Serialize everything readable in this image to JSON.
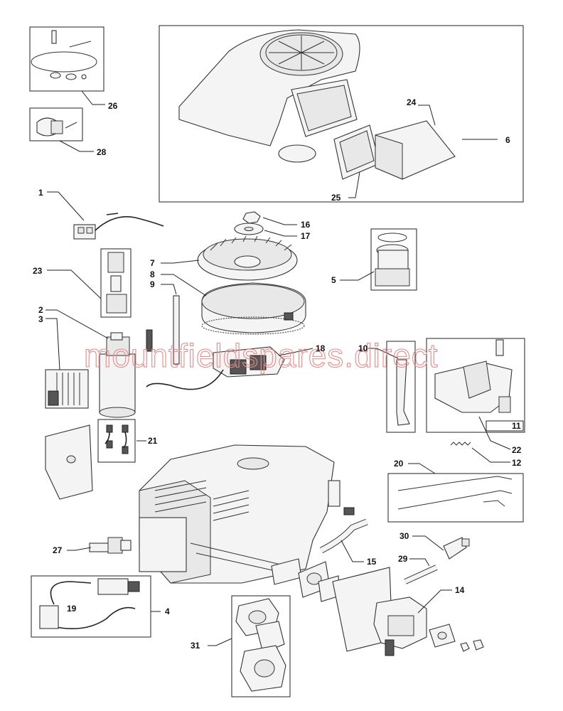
{
  "watermark": "mountfieldspares.direct",
  "callouts": {
    "c1": "1",
    "c2": "2",
    "c3": "3",
    "c4": "4",
    "c5": "5",
    "c6": "6",
    "c7": "7",
    "c8": "8",
    "c9": "9",
    "c10": "10",
    "c11": "11",
    "c12": "12",
    "c14": "14",
    "c15": "15",
    "c16": "16",
    "c17": "17",
    "c18": "18",
    "c19": "19",
    "c20": "20",
    "c21": "21",
    "c22": "22",
    "c23": "23",
    "c24": "24",
    "c25": "25",
    "c26": "26",
    "c27": "27",
    "c28": "28",
    "c29": "29",
    "c30": "30",
    "c31": "31"
  }
}
